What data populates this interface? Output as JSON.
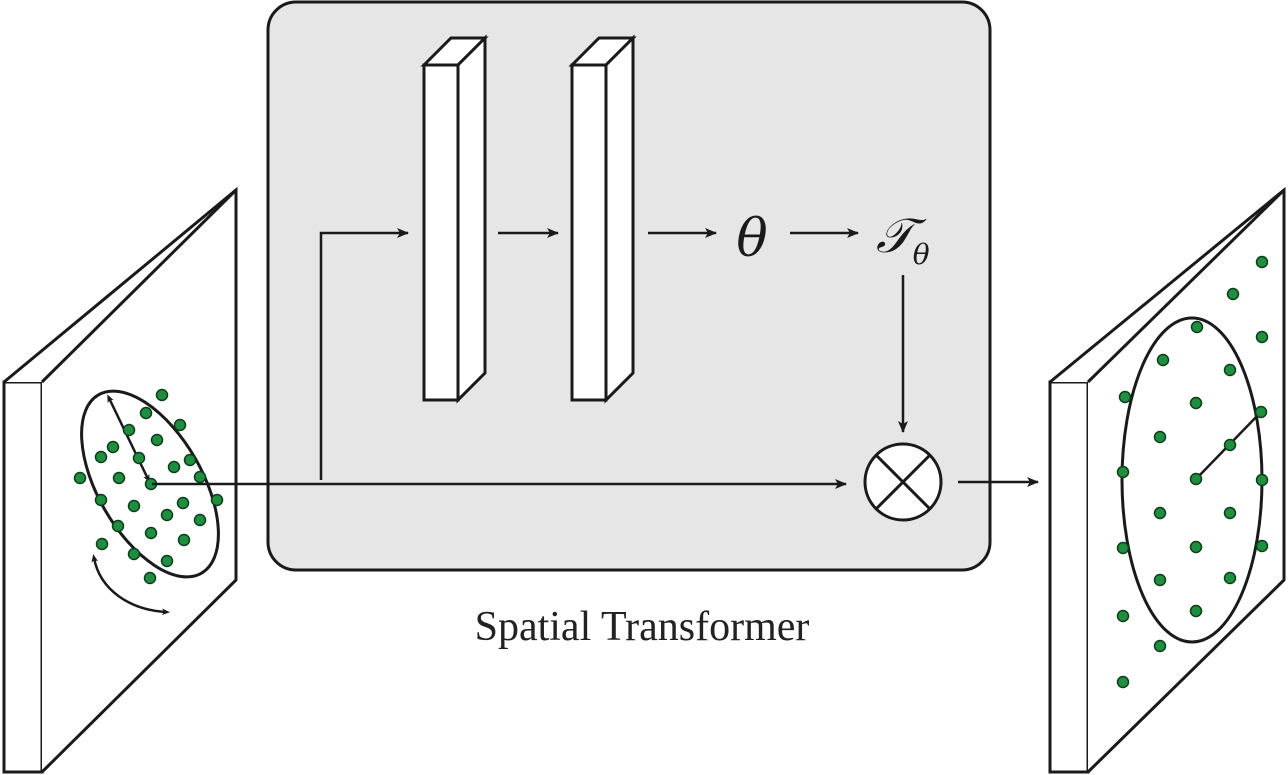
{
  "caption": "Spatial Transformer",
  "symbols": {
    "theta": "θ",
    "transform_main": "𝒯",
    "transform_sub": "θ"
  },
  "colors": {
    "module_fill": "#e6e6e6",
    "point_fill": "#1f8f3f",
    "point_stroke": "#0b3d1b",
    "stroke": "#1a1a1a"
  },
  "icons": {
    "combine": "circled-times-icon",
    "rotation": "rotation-arrow-icon"
  }
}
